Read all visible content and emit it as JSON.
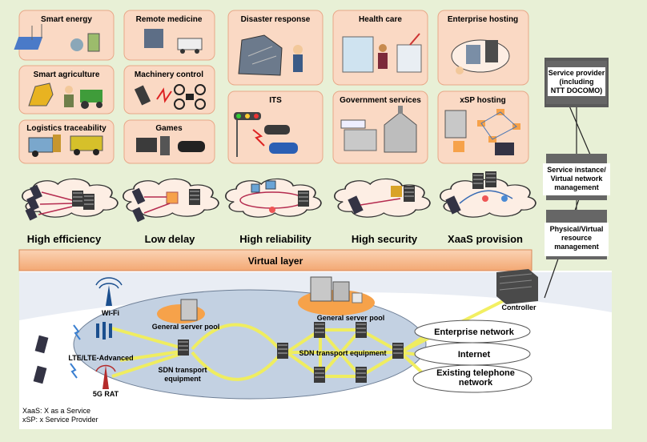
{
  "services": {
    "smart_energy": "Smart energy",
    "remote_medicine": "Remote medicine",
    "disaster_response": "Disaster response",
    "health_care": "Health care",
    "enterprise_hosting": "Enterprise hosting",
    "smart_agriculture": "Smart agriculture",
    "machinery_control": "Machinery control",
    "its": "ITS",
    "government_services": "Government services",
    "xsp_hosting": "xSP hosting",
    "logistics_traceability": "Logistics traceability",
    "games": "Games"
  },
  "features": {
    "high_efficiency": "High efficiency",
    "low_delay": "Low delay",
    "high_reliability": "High reliability",
    "high_security": "High security",
    "xaas_provision": "XaaS provision"
  },
  "management": {
    "service_provider": [
      "Service provider",
      "(including",
      "NTT DOCOMO)"
    ],
    "service_instance": [
      "Service instance/",
      "Virtual network",
      "management"
    ],
    "resource_mgmt": [
      "Physical/Virtual",
      "resource",
      "management"
    ]
  },
  "virtual_layer": "Virtual layer",
  "network": {
    "controller": "Controller",
    "wifi": "Wi-Fi",
    "lte": "LTE/LTE-Advanced",
    "rat": "5G RAT",
    "server_pool_left": "General server pool",
    "server_pool_right": "General server pool",
    "sdn_left": [
      "SDN transport",
      "equipment"
    ],
    "sdn_right": "SDN transport equipment",
    "enterprise_network": "Enterprise network",
    "internet": "Internet",
    "telephone_network": [
      "Existing telephone",
      "network"
    ]
  },
  "footnotes": {
    "xaas": "XaaS: X as a Service",
    "xsp": "xSP: x Service Provider"
  },
  "colors": {
    "service_box": "#fad9c4",
    "service_border": "#e8a888",
    "virtual_layer": "#f6b98a",
    "ellipse": "#b9c9dc",
    "link": "#f2ef5a",
    "server": "#3b3b3b"
  }
}
